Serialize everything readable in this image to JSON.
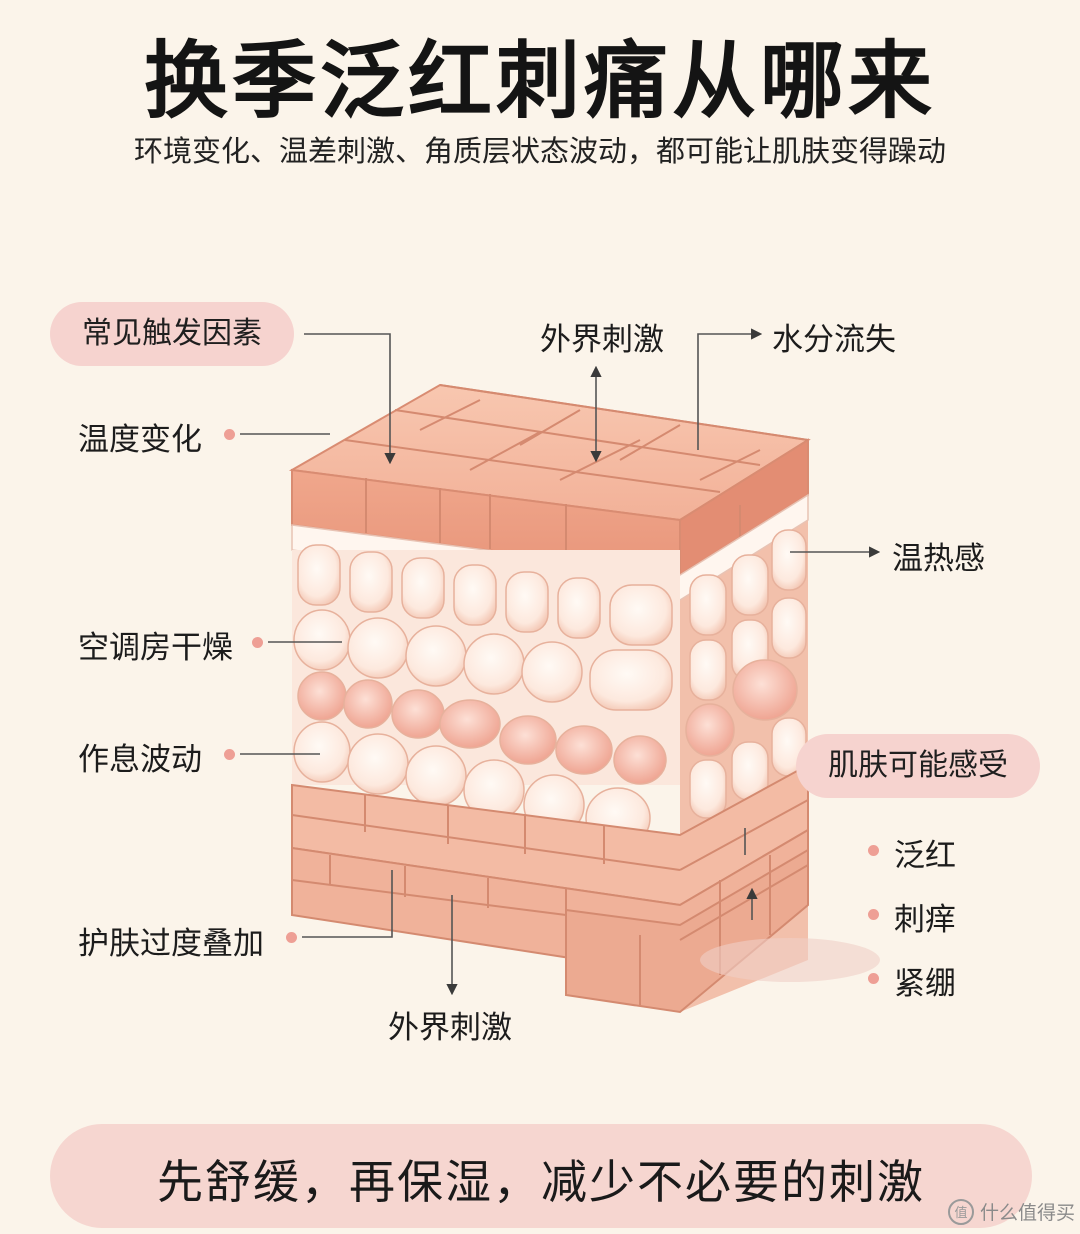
{
  "title": "换季泛红刺痛从哪来",
  "subtitle": "环境变化、温差刺激、角质层状态波动，都可能让肌肤变得躁动",
  "triggers": {
    "heading": "常见触发因素",
    "items": [
      "温度变化",
      "空调房干燥",
      "作息波动",
      "护肤过度叠加"
    ]
  },
  "top_labels": {
    "external_top": "外界刺激",
    "water_loss": "水分流失"
  },
  "right_labels": {
    "heat": "温热感",
    "feel_heading": "肌肤可能感受",
    "feelings": [
      "泛红",
      "刺痒",
      "紧绷"
    ]
  },
  "bottom_label": "外界刺激",
  "banner": "先舒缓，再保湿，减少不必要的刺激",
  "watermark": "什么值得买",
  "colors": {
    "background": "#fbf4ea",
    "pill": "#f6d3cf",
    "brick": "#f0a98e",
    "cell": "#fdeee4",
    "dot": "#ee9f95"
  }
}
